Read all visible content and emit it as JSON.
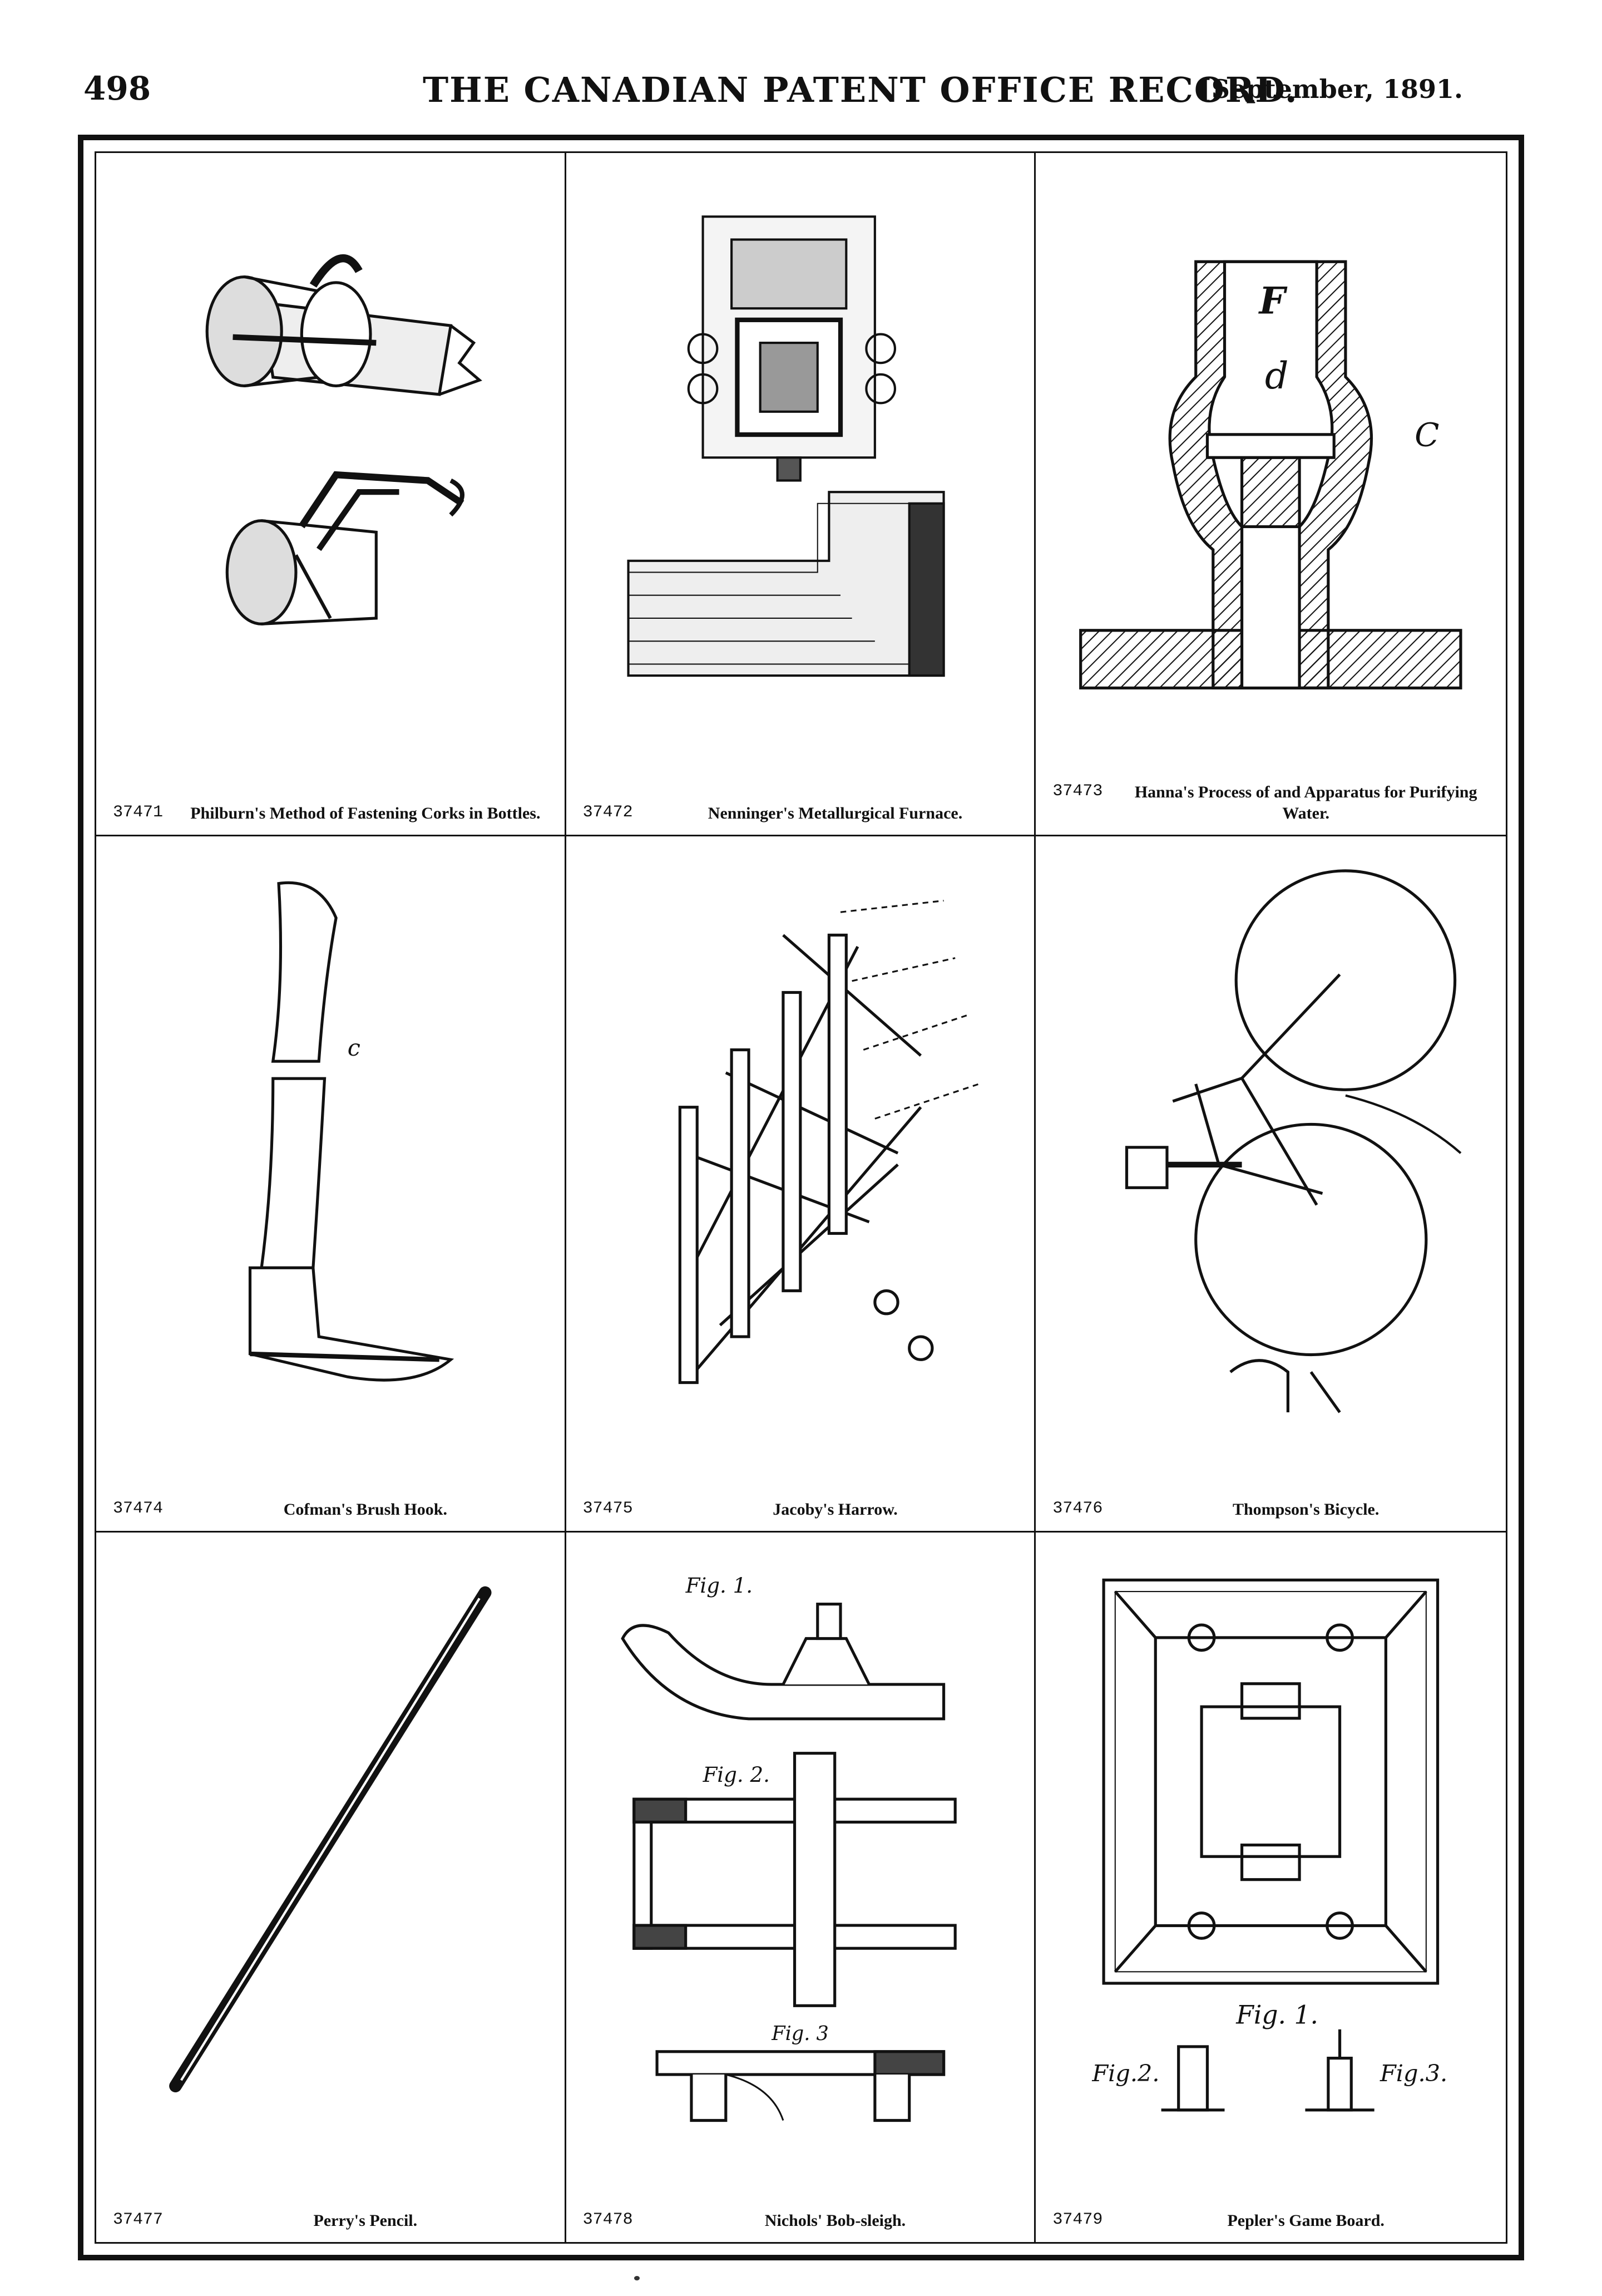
{
  "header": {
    "page_number": "498",
    "title": "THE CANADIAN PATENT OFFICE RECORD.",
    "date": "[September, 1891."
  },
  "patents": [
    {
      "number": "37471",
      "title": "Philburn's Method of Fastening Corks in Bottles."
    },
    {
      "number": "37472",
      "title": "Nenninger's Metallurgical Furnace."
    },
    {
      "number": "37473",
      "title": "Hanna's Process of and Apparatus for Purifying Water."
    },
    {
      "number": "37474",
      "title": "Cofman's Brush Hook."
    },
    {
      "number": "37475",
      "title": "Jacoby's Harrow."
    },
    {
      "number": "37476",
      "title": "Thompson's Bicycle."
    },
    {
      "number": "37477",
      "title": "Perry's Pencil."
    },
    {
      "number": "37478",
      "title": "Nichols' Bob-sleigh."
    },
    {
      "number": "37479",
      "title": "Pepler's Game Board."
    }
  ],
  "figure_labels": {
    "water_f": "F",
    "water_d": "d",
    "water_c": "C",
    "hook_c": "c",
    "sleigh_fig1": "Fig. 1.",
    "sleigh_fig2": "Fig. 2.",
    "sleigh_fig3": "Fig. 3",
    "game_fig1": "Fig. 1.",
    "game_fig2": "Fig.2.",
    "game_fig3": "Fig.3."
  }
}
